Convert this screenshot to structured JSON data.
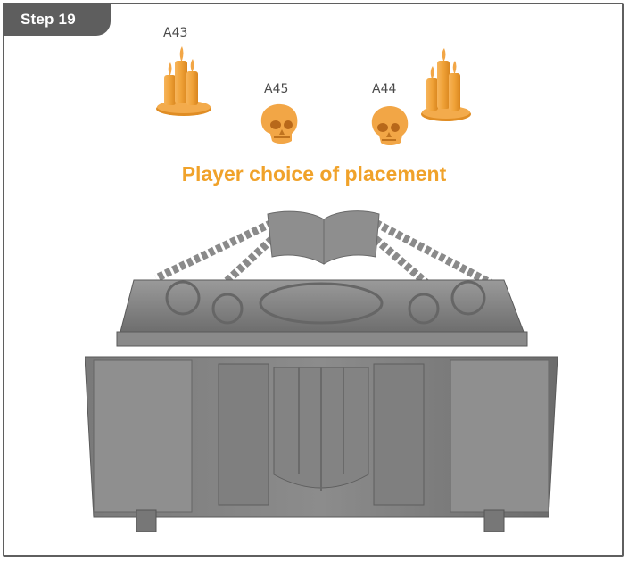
{
  "step": {
    "label": "Step 19"
  },
  "parts": [
    {
      "id": "A43",
      "label": "A43",
      "icon": "candles"
    },
    {
      "id": "A45",
      "label": "A45",
      "icon": "skull"
    },
    {
      "id": "A44",
      "label": "A44",
      "icon": "skull"
    },
    {
      "id": "A43-copy",
      "label": "",
      "icon": "candles"
    }
  ],
  "caption": "Player choice of placement",
  "colors": {
    "accent": "#f0a22a",
    "part": "#f2a646",
    "frame": "#5e5e5e",
    "model": "#7c7c7c"
  }
}
